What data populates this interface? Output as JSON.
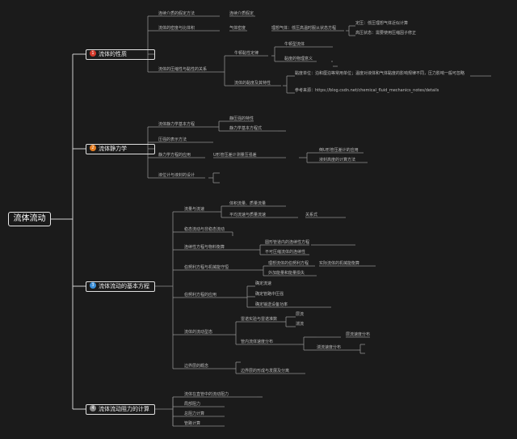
{
  "root": {
    "label": "流体流动"
  },
  "colors": {
    "badge1": "#d33a2c",
    "badge2": "#e67e22",
    "badge3": "#3a8fd9",
    "badge4": "#8c8c8c"
  },
  "branches": [
    {
      "num": "1",
      "label": "流体的性质"
    },
    {
      "num": "2",
      "label": "流体静力学"
    },
    {
      "num": "3",
      "label": "流体流动的基本方程"
    },
    {
      "num": "4",
      "label": "流体流动阻力的计算"
    }
  ],
  "nodes": {
    "b1_1": "连续介质的假定方法",
    "b1_1a": "连续介质假定",
    "b1_2": "流体的密度与比体积",
    "b1_2a": "气体密度",
    "b1_2b": "理想气体：低压高温时服从状态方程",
    "b1_2c": "定压：低压理想气体近似计算",
    "b1_2d": "高压状态：需要使用压缩因子修正",
    "b1_3": "流体的压缩性与黏性的关系",
    "b1_3a": "牛顿黏性定律",
    "b1_3b": "牛顿型流体",
    "b1_3c": "黏度的物理意义",
    "b1_3d": "流体的黏度及其特性",
    "b1_3e": "黏度单位：泊和厘泊等常用单位；温度对液体和气体黏度的影响规律不同，压力影响一般可忽略",
    "b1_3f": "参考来源：https://blog.csdn.net/chemical_fluid_mechanics_notes/details",
    "b2_1": "流体静力学基本方程",
    "b2_1a": "静压强的特性",
    "b2_1b": "静力学基本方程式",
    "b2_2": "压强的表示方法",
    "b2_3": "静力学方程的应用",
    "b2_3a": "U形管压差计测量压强差",
    "b2_3b": "倒U形管压差计的应用",
    "b2_3c": "液封高度的计算方法",
    "b2_4": "液位计与液封的设计",
    "b3_1": "流量与流速",
    "b3_1a": "体积流量、质量流量",
    "b3_1b": "平均流速与质量流速",
    "b3_1c": "关系式",
    "b3_2": "稳态流动与非稳态流动",
    "b3_3": "连续性方程与物料衡算",
    "b3_3a": "圆形管道内的连续性方程",
    "b3_3b": "不可压缩流体的连续性",
    "b3_4": "伯努利方程与机械能守恒",
    "b3_4a": "理想流体的伯努利方程",
    "b3_4b": "实际流体的机械能衡算",
    "b3_4c": "外加能量和能量损失",
    "b3_5": "伯努利方程的应用",
    "b3_5a": "确定流速",
    "b3_5b": "确定管路中压强",
    "b3_5c": "确定输送设备功率",
    "b3_6": "流体的流动型态",
    "b3_6a": "雷诺实验与雷诺准数",
    "b3_6b": "层流",
    "b3_6c": "湍流",
    "b3_6d": "管内流体速度分布",
    "b3_6e": "层流速度分布",
    "b3_6f": "湍流速度分布",
    "b3_7": "边界层的概念",
    "b3_7a": "边界层的形成与发展及分离",
    "b4_1": "流体在直管中的流动阻力",
    "b4_2": "局部阻力",
    "b4_3": "总阻力计算",
    "b4_4": "管路计算"
  }
}
